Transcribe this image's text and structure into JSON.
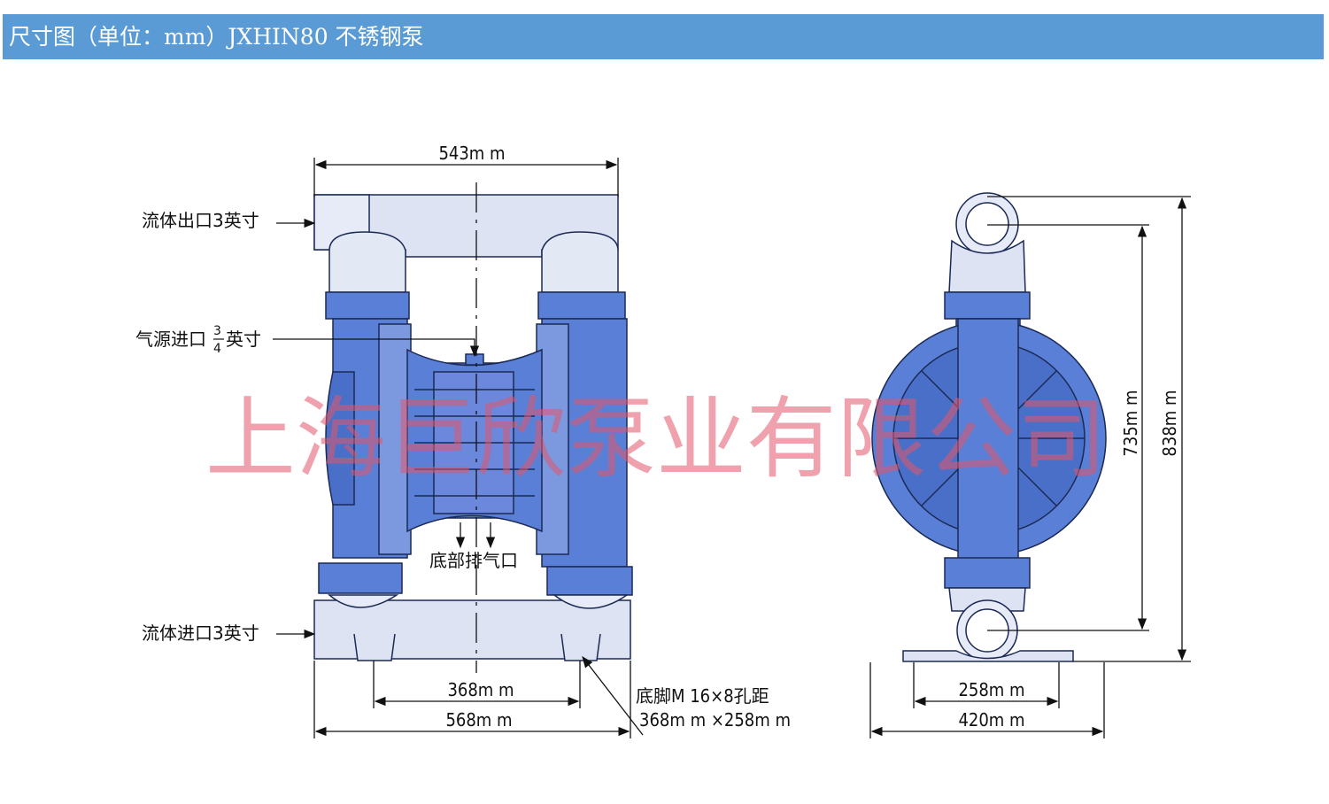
{
  "header": {
    "title": "尺寸图（单位：mm）JXHIN80 不锈钢泵",
    "bg_color": "#5b9bd5"
  },
  "front_view": {
    "width_top": "543m m",
    "label_outlet": "流体出口3英寸",
    "label_air_inlet_prefix": "气源进口",
    "label_air_inlet_num": "3",
    "label_air_inlet_den": "4",
    "label_air_inlet_suffix": "英寸",
    "label_exhaust": "底部排气口",
    "label_inlet": "流体进口3英寸",
    "foot_spacing": "368m m",
    "base_width": "568m m",
    "foot_note_line1": "底脚M 16×8孔距",
    "foot_note_line2": "368m m ×258m m"
  },
  "side_view": {
    "height_inner": "735m m",
    "height_total": "838m m",
    "foot_width": "258m m",
    "base_width": "420m m"
  },
  "watermark": "上海巨欣泵业有限公司",
  "colors": {
    "pump_blue": "#5a7fd6",
    "pump_light": "#dde3f3",
    "watermark": "#e2566a"
  }
}
